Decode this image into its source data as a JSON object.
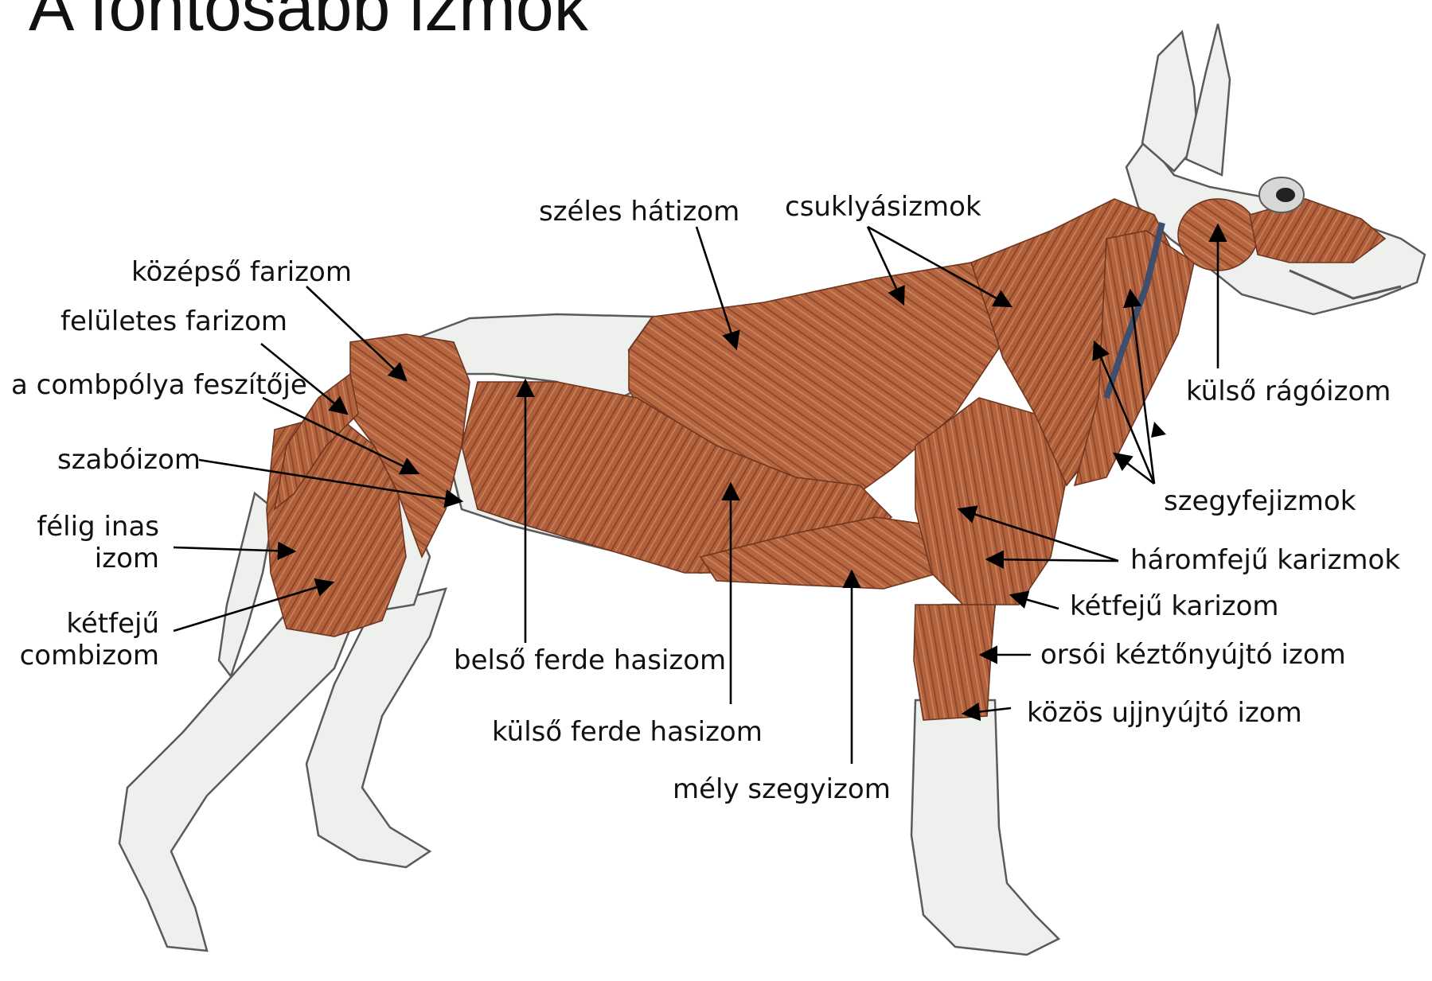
{
  "title": "A fontosabb izmok",
  "labels": {
    "szeles_hatizom": "széles hátizom",
    "csuklyasizmok": "csuklyásizmok",
    "kozepso_farizom": "középső farizom",
    "feluletes_farizom": "felületes farizom",
    "combpolya": "a combpólya feszítője",
    "szaboizom": "szabóizom",
    "felig_inas_1": "félig inas",
    "felig_inas_2": "izom",
    "ketfeju_comb_1": "kétfejű",
    "ketfeju_comb_2": "combizom",
    "belso_ferde": "belső ferde hasizom",
    "kulso_ferde": "külső ferde hasizom",
    "mely_szegy": "mély szegyizom",
    "kulso_rago": "külső rágóizom",
    "szegyfej": "szegyfejizmok",
    "haromfeju": "háromfejű karizmok",
    "ketfeju_kar": "kétfejű karizom",
    "orsoi": "orsói kéztőnyújtó izom",
    "kozos_ujj": "közös ujjnyújtó izom"
  },
  "colors": {
    "muscle": "#b5653f",
    "muscle_dark": "#8a4428",
    "muscle_light": "#d08a62",
    "body_white": "#eef0ee",
    "outline": "#5a5a5a",
    "arrow": "#000000"
  }
}
